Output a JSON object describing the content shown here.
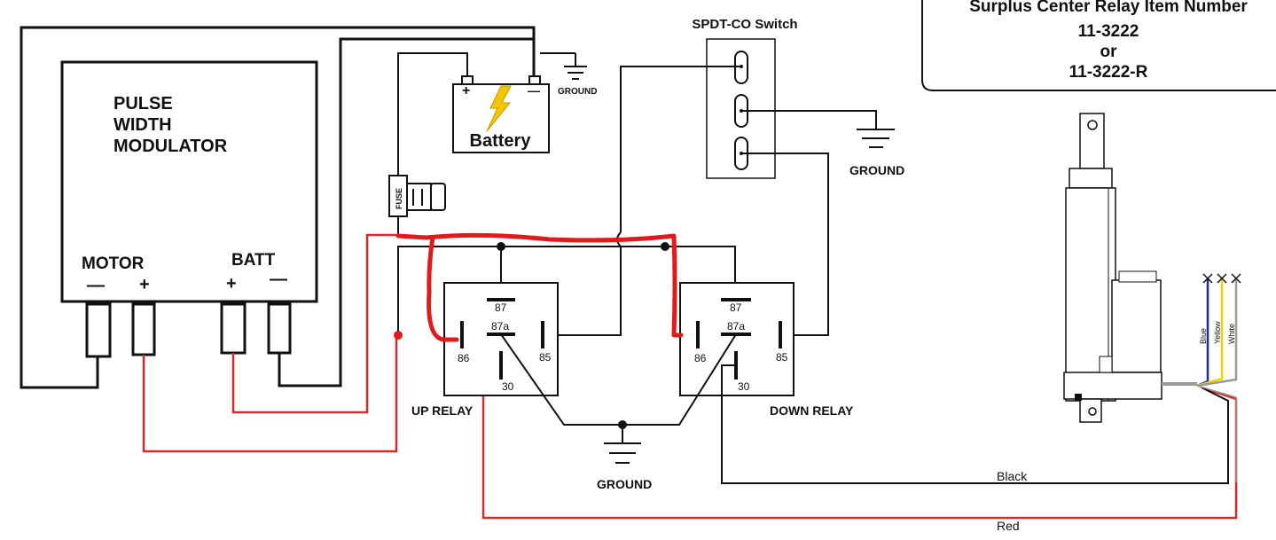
{
  "info_box": {
    "line1": "Surplus Center Relay Item Number",
    "line2": "11-3222",
    "line3": "or",
    "line4": "11-3222-R"
  },
  "pwm": {
    "title_line1": "PULSE",
    "title_line2": "WIDTH",
    "title_line3": "MODULATOR",
    "motor_label": "MOTOR",
    "batt_label": "BATT",
    "motor_minus": "—",
    "motor_plus": "+",
    "batt_plus": "+",
    "batt_minus": "—"
  },
  "battery": {
    "label": "Battery",
    "plus": "+",
    "minus": "—"
  },
  "fuse": {
    "label": "FUSE"
  },
  "switch": {
    "title": "SPDT-CO Switch"
  },
  "grounds": {
    "battery_ground": "GROUND",
    "switch_ground": "GROUND",
    "relay_ground": "GROUND"
  },
  "up_relay": {
    "name": "UP RELAY",
    "pin87": "87",
    "pin87a": "87a",
    "pin86": "86",
    "pin85": "85",
    "pin30": "30"
  },
  "down_relay": {
    "name": "DOWN RELAY",
    "pin87": "87",
    "pin87a": "87a",
    "pin86": "86",
    "pin85": "85",
    "pin30": "30"
  },
  "actuator": {
    "wire_blue": "Blue",
    "wire_yellow": "Yellow",
    "wire_white": "White",
    "wire_black": "Black",
    "wire_red": "Red"
  },
  "colors": {
    "wire_black": "#111111",
    "wire_red": "#d42a2a",
    "marker_red": "#e01b1b",
    "battery_bolt": "#f5c400",
    "wire_blue": "#1a2fa0",
    "wire_yellow": "#f3d400",
    "wire_gray": "#9a9a9a"
  }
}
